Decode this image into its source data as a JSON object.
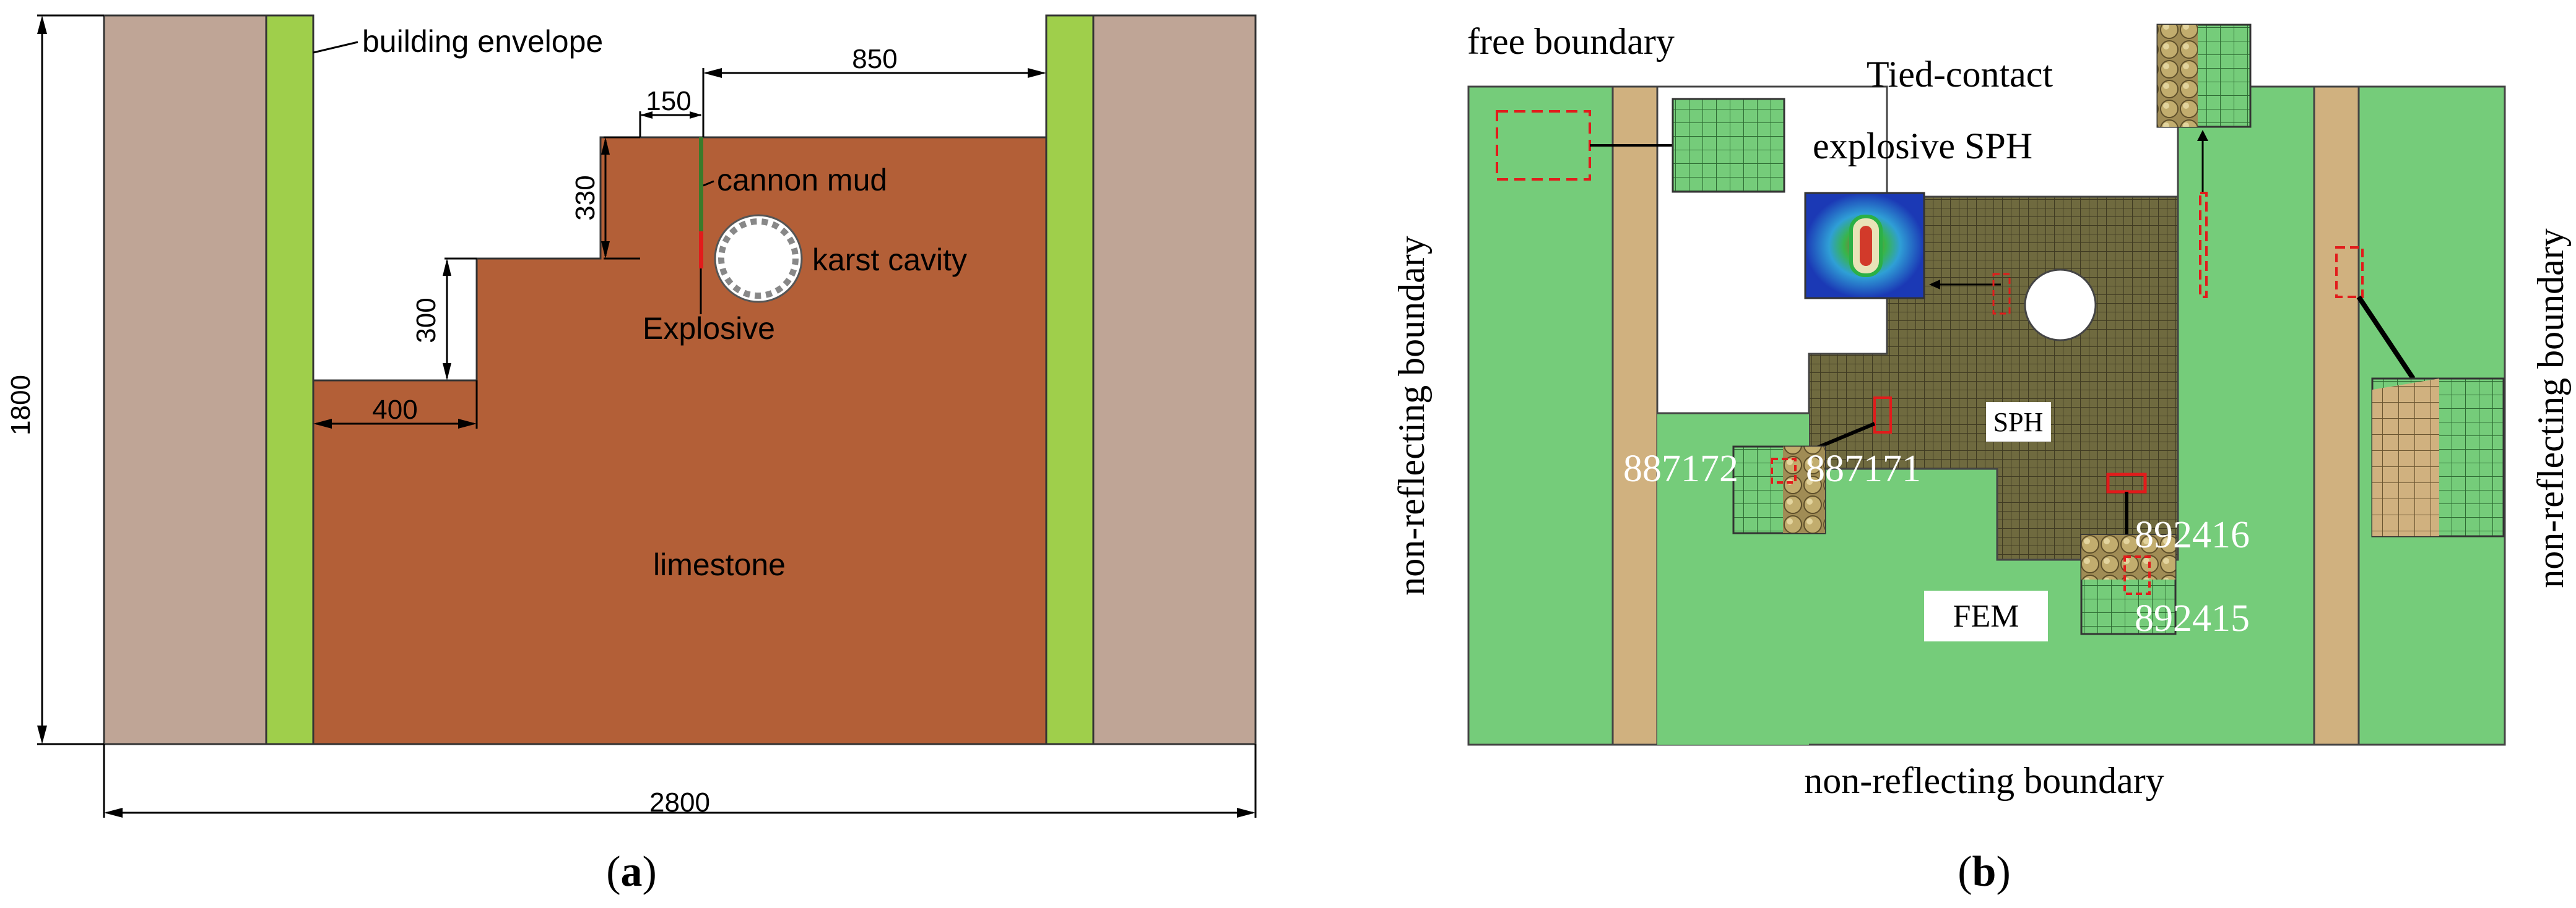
{
  "panel_a": {
    "caption_open": "(",
    "caption_letter": "a",
    "caption_close": ")",
    "labels": {
      "building_envelope": "building envelope",
      "cannon_mud": "cannon mud",
      "karst_cavity": "karst cavity",
      "explosive": "Explosive",
      "limestone": "limestone"
    },
    "dimensions": {
      "d850": "850",
      "d150": "150",
      "d330": "330",
      "d300": "300",
      "d400": "400",
      "d1800": "1800",
      "d2800": "2800"
    },
    "colors": {
      "rock": "#B35F37",
      "envelope": "#9FCF4B",
      "soil": "#BFA596"
    }
  },
  "panel_b": {
    "caption_open": "(",
    "caption_letter": "b",
    "caption_close": ")",
    "labels": {
      "free_boundary": "free boundary",
      "tied_contact": "Tied-contact",
      "explosive_sph": "explosive SPH",
      "non_reflecting_left": "non-reflecting boundary",
      "non_reflecting_right": "non-reflecting boundary",
      "non_reflecting_bottom": "non-reflecting boundary",
      "sph": "SPH",
      "fem": "FEM",
      "node_887172": "887172",
      "node_887171": "887171",
      "node_892416": "892416",
      "node_892415": "892415"
    },
    "colors": {
      "fem": "#75CC7A",
      "sph_mesh": "#6F6A3F",
      "envelope": "#D0B17F",
      "highlight": "#FF0000"
    }
  }
}
